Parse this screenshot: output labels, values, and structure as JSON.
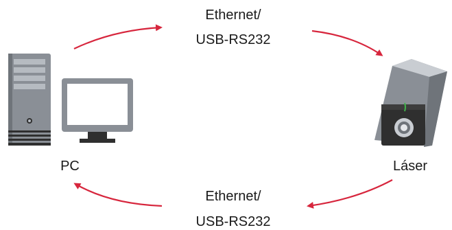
{
  "nodes": {
    "pc": {
      "label": "PC",
      "icon": "pc-icon"
    },
    "laser": {
      "label": "Láser",
      "icon": "laser-device-icon"
    }
  },
  "connections": {
    "top": {
      "line1": "Ethernet/",
      "line2": "USB-RS232",
      "direction": "pc-to-laser"
    },
    "bottom": {
      "line1": "Ethernet/",
      "line2": "USB-RS232",
      "direction": "laser-to-pc"
    }
  },
  "colors": {
    "arrow": "#d7263d",
    "text": "#1a1a1a",
    "device_dark": "#2f2f2f",
    "device_body": "#8a8f96",
    "device_light": "#c9cdd2",
    "laser_indicator": "#3fb549"
  }
}
